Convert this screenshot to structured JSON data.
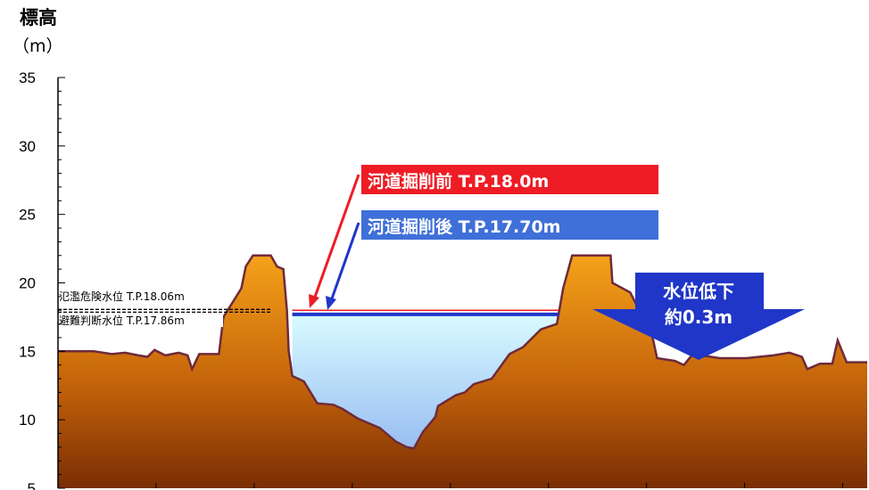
{
  "chart_data": {
    "type": "area",
    "ylabel": "標高",
    "yunit": "（m）",
    "ylim": [
      5,
      35
    ],
    "yticks": [
      5,
      10,
      15,
      20,
      25,
      30,
      35
    ],
    "xlim": [
      0,
      905
    ],
    "ground_profile": [
      [
        0,
        15.0
      ],
      [
        40,
        15.0
      ],
      [
        60,
        14.8
      ],
      [
        75,
        14.9
      ],
      [
        90,
        14.7
      ],
      [
        100,
        14.6
      ],
      [
        108,
        15.1
      ],
      [
        120,
        14.7
      ],
      [
        135,
        14.9
      ],
      [
        145,
        14.7
      ],
      [
        150,
        13.7
      ],
      [
        158,
        14.8
      ],
      [
        180,
        14.8
      ],
      [
        185,
        17.5
      ],
      [
        205,
        19.6
      ],
      [
        210,
        21.2
      ],
      [
        218,
        22.0
      ],
      [
        238,
        22.0
      ],
      [
        245,
        21.2
      ],
      [
        252,
        21.0
      ],
      [
        256,
        18.0
      ],
      [
        258,
        15.0
      ],
      [
        262,
        13.2
      ],
      [
        275,
        12.8
      ],
      [
        290,
        11.2
      ],
      [
        308,
        11.1
      ],
      [
        318,
        10.8
      ],
      [
        335,
        10.1
      ],
      [
        360,
        9.4
      ],
      [
        378,
        8.4
      ],
      [
        390,
        8.0
      ],
      [
        398,
        7.9
      ],
      [
        408,
        9.1
      ],
      [
        422,
        10.2
      ],
      [
        425,
        11.0
      ],
      [
        445,
        11.8
      ],
      [
        455,
        12.0
      ],
      [
        465,
        12.6
      ],
      [
        485,
        13.0
      ],
      [
        505,
        14.8
      ],
      [
        520,
        15.3
      ],
      [
        540,
        16.6
      ],
      [
        558,
        17.0
      ],
      [
        565,
        19.6
      ],
      [
        575,
        22.0
      ],
      [
        618,
        22.0
      ],
      [
        620,
        20.0
      ],
      [
        640,
        19.3
      ],
      [
        650,
        18.0
      ],
      [
        660,
        17.5
      ],
      [
        670,
        14.5
      ],
      [
        690,
        14.3
      ],
      [
        700,
        14.0
      ],
      [
        710,
        14.8
      ],
      [
        740,
        14.5
      ],
      [
        770,
        14.5
      ],
      [
        800,
        14.7
      ],
      [
        818,
        14.9
      ],
      [
        832,
        14.6
      ],
      [
        838,
        13.7
      ],
      [
        852,
        14.1
      ],
      [
        866,
        14.1
      ],
      [
        872,
        15.8
      ],
      [
        882,
        14.2
      ],
      [
        905,
        14.2
      ]
    ],
    "water_level_before": 18.0,
    "water_level_after": 17.7,
    "water_x_range": [
      262,
      560
    ],
    "flood_danger_level": 18.06,
    "evacuation_level": 17.86,
    "flood_danger_label": "氾濫危険水位 T.P.18.06m",
    "evacuation_label": "避難判断水位 T.P.17.86m",
    "before_label": "河道掘削前 T.P.18.0m",
    "after_label": "河道掘削後 T.P.17.70m",
    "drop_label_line1": "水位低下",
    "drop_label_line2": "約0.3m",
    "colors": {
      "before": "#ee1c25",
      "after": "#3f6fd8",
      "arrow": "#1f36c8",
      "ground_top": "#f5a21a",
      "ground_bottom": "#7a2e05",
      "ground_edge": "#6e2a3a",
      "water_top": "#d8fbff",
      "water_bottom": "#86abee"
    }
  }
}
